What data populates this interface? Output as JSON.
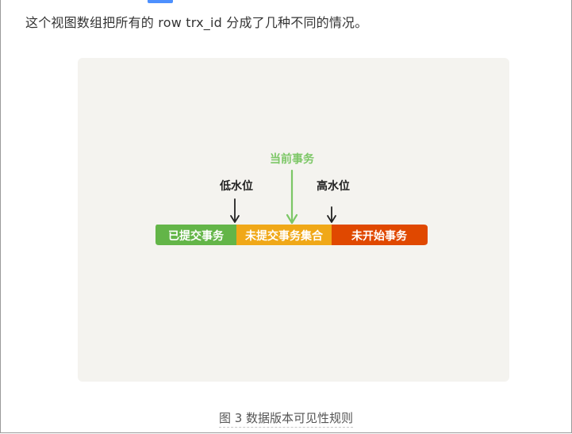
{
  "paragraph": "这个视图数组把所有的 row trx_id 分成了几种不同的情况。",
  "figure": {
    "labels": {
      "current_txn": "当前事务",
      "low_watermark": "低水位",
      "high_watermark": "高水位"
    },
    "segments": [
      {
        "label": "已提交事务",
        "color": "#63b548"
      },
      {
        "label": "未提交事务集合",
        "color": "#f0a818"
      },
      {
        "label": "未开始事务",
        "color": "#e04800"
      }
    ],
    "colors": {
      "current_arrow": "#7cc766",
      "black_arrow": "#222222",
      "background": "#f4f3ef"
    }
  },
  "caption": "图 3 数据版本可见性规则"
}
